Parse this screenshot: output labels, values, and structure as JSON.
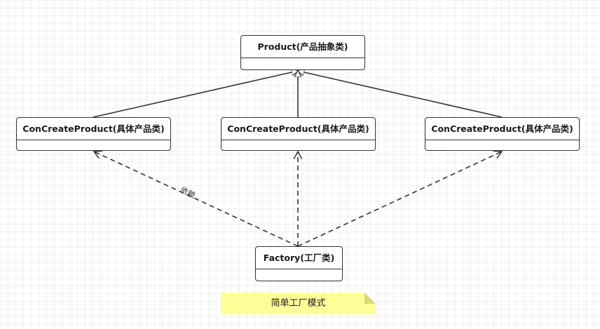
{
  "diagram": {
    "product": {
      "name": "Product(产品抽象类)"
    },
    "concrete_products": [
      {
        "name": "ConCreateProduct(具体产品类)"
      },
      {
        "name": "ConCreateProduct(具体产品类)"
      },
      {
        "name": "ConCreateProduct(具体产品类)"
      }
    ],
    "factory": {
      "name": "Factory(工厂类)"
    },
    "dependency_label": "依赖",
    "note": "简单工厂模式"
  },
  "colors": {
    "line": "#333333",
    "note_background": "#ffff99"
  }
}
